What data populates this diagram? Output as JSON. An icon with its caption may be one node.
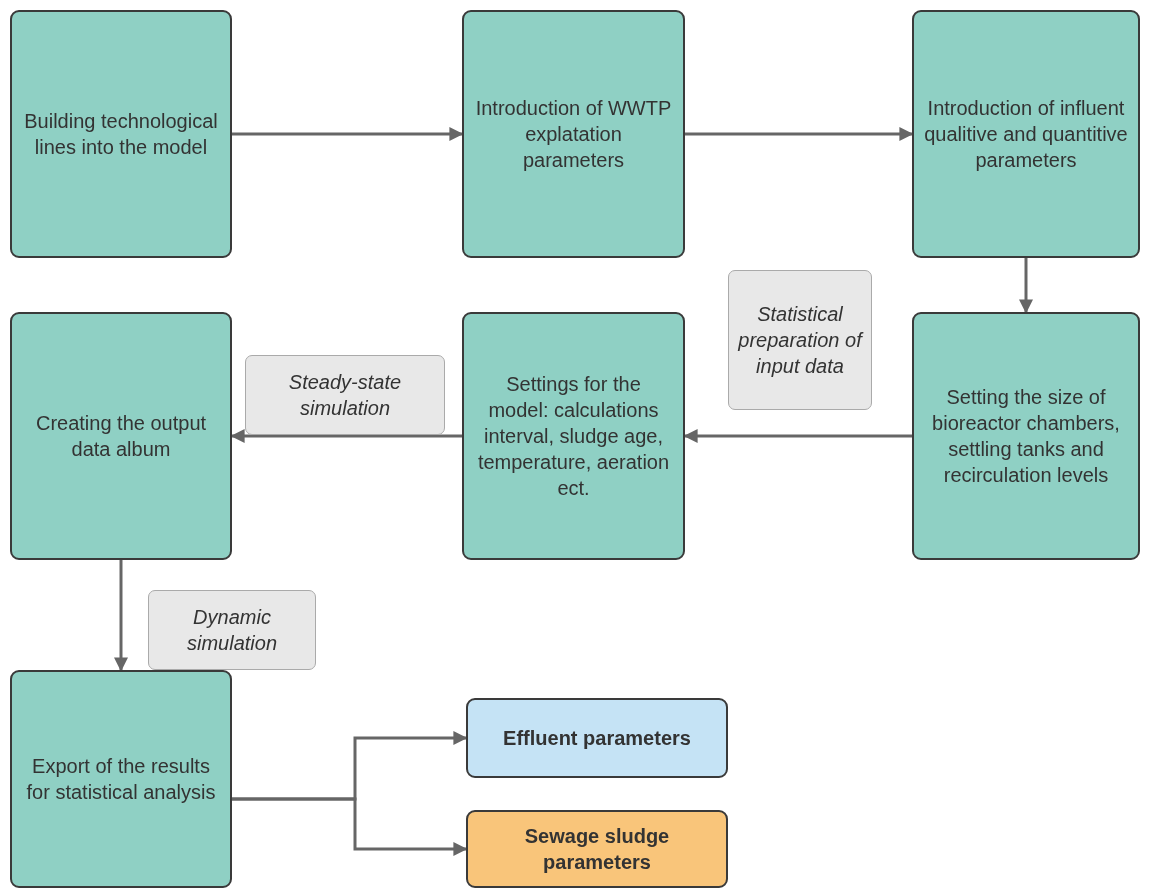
{
  "diagram": {
    "nodes": [
      {
        "text": [
          "Building technological lines into the model"
        ]
      },
      {
        "text": [
          "Introduction of WWTP explatation parameters"
        ]
      },
      {
        "text": [
          "Introduction of influent qualitive and quantitive parameters"
        ]
      },
      {
        "text": [
          "Setting the size of bioreactor chambers, settling tanks and recirculation levels"
        ]
      },
      {
        "text": [
          "Settings for the model: calculations interval, sludge age, temperature, aeration ect."
        ]
      },
      {
        "text": [
          "Creating the output data album"
        ]
      },
      {
        "text": [
          "Export of the results for statistical analysis"
        ]
      },
      {
        "text": [
          "Effluent parameters"
        ]
      },
      {
        "text": [
          "Sewage sludge parameters"
        ]
      }
    ],
    "edges": [
      {
        "from": 0,
        "to": 1,
        "arrow": "to"
      },
      {
        "from": 1,
        "to": 2,
        "arrow": "to"
      },
      {
        "from": 2,
        "to": 3,
        "arrow": "to"
      },
      {
        "from": 3,
        "to": 4,
        "arrow": "to",
        "label": "Statistical preparation of input data"
      },
      {
        "from": 4,
        "to": 5,
        "arrow": "to",
        "label": "Steady-state simulation"
      },
      {
        "from": 5,
        "to": 6,
        "arrow": "to",
        "label": "Dynamic simulation"
      },
      {
        "from": 6,
        "to": 7,
        "arrow": "to"
      },
      {
        "from": 6,
        "to": 8,
        "arrow": "to"
      }
    ]
  }
}
